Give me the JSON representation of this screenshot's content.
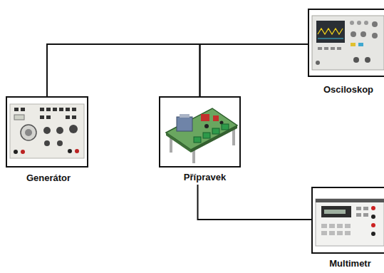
{
  "diagram": {
    "nodes": [
      {
        "text": [
          "Generátor"
        ]
      },
      {
        "text": [
          "Přípravek"
        ]
      },
      {
        "text": [
          "Osciloskop"
        ]
      },
      {
        "text": [
          "Multimetr"
        ]
      }
    ],
    "edges": [
      {
        "from": 0,
        "to": 1,
        "arrow": "none"
      },
      {
        "from": 0,
        "to": 2,
        "arrow": "none"
      },
      {
        "from": 1,
        "to": 2,
        "arrow": "none"
      },
      {
        "from": 1,
        "to": 3,
        "arrow": "none"
      }
    ]
  }
}
